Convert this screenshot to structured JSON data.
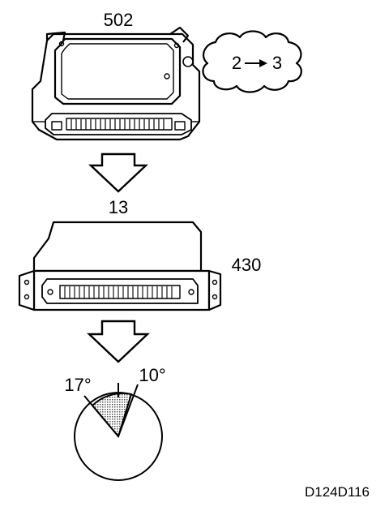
{
  "ecu_top": {
    "label": "502"
  },
  "cloud": {
    "from": "2",
    "to": "3"
  },
  "ecu_mid": {
    "label_top": "13",
    "label_side": "430"
  },
  "angles": {
    "left": "17°",
    "right": "10°"
  },
  "figure_code": "D124D116",
  "colors": {
    "ink": "#000000",
    "paper": "#ffffff",
    "hatch": "#9a9a9a"
  },
  "icons": {
    "arrow": "down-arrow-icon"
  }
}
